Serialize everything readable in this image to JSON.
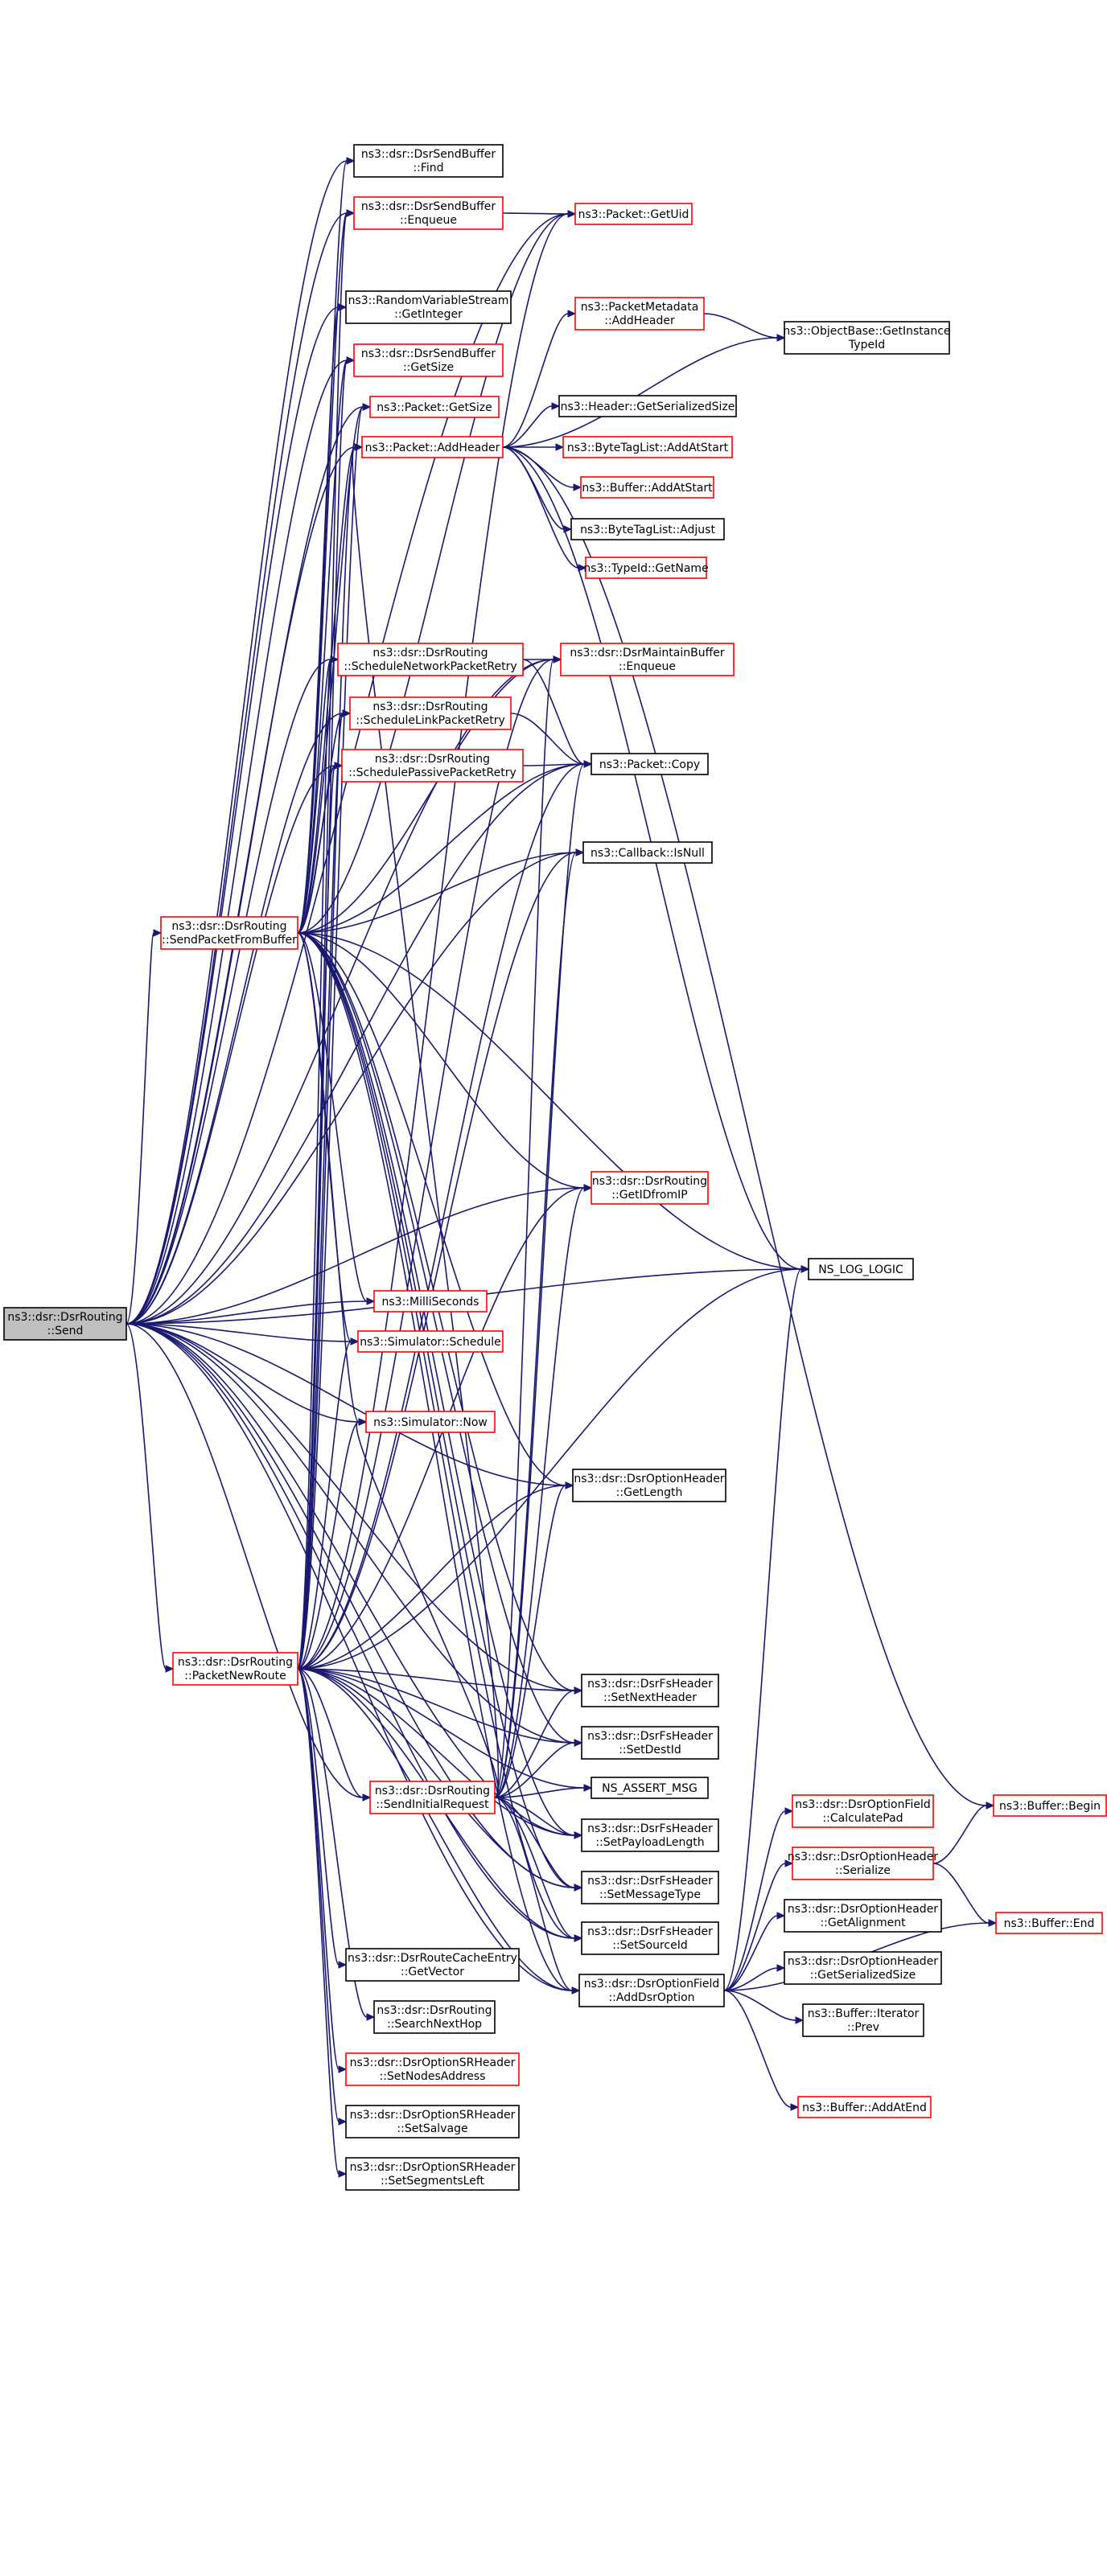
{
  "colors": {
    "edge": "#191970",
    "link_border": "#ff0000",
    "plain_border": "#000000",
    "root_fill": "#bfbfbf",
    "node_fill": "#ffffff"
  },
  "nodes": [
    {
      "id": "send",
      "lines": [
        "ns3::dsr::DsrRouting",
        "::Send"
      ],
      "kind": "root"
    },
    {
      "id": "spfb",
      "lines": [
        "ns3::dsr::DsrRouting",
        "::SendPacketFromBuffer"
      ],
      "kind": "link"
    },
    {
      "id": "pnr",
      "lines": [
        "ns3::dsr::DsrRouting",
        "::PacketNewRoute"
      ],
      "kind": "link"
    },
    {
      "id": "sir",
      "lines": [
        "ns3::dsr::DsrRouting",
        "::SendInitialRequest"
      ],
      "kind": "link"
    },
    {
      "id": "find",
      "lines": [
        "ns3::dsr::DsrSendBuffer",
        "::Find"
      ],
      "kind": "plain"
    },
    {
      "id": "enq",
      "lines": [
        "ns3::dsr::DsrSendBuffer",
        "::Enqueue"
      ],
      "kind": "link"
    },
    {
      "id": "rvs",
      "lines": [
        "ns3::RandomVariableStream",
        "::GetInteger"
      ],
      "kind": "plain"
    },
    {
      "id": "sbgs",
      "lines": [
        "ns3::dsr::DsrSendBuffer",
        "::GetSize"
      ],
      "kind": "link"
    },
    {
      "id": "pgs",
      "lines": [
        "ns3::Packet::GetSize"
      ],
      "kind": "link"
    },
    {
      "id": "pah",
      "lines": [
        "ns3::Packet::AddHeader"
      ],
      "kind": "link"
    },
    {
      "id": "snpr",
      "lines": [
        "ns3::dsr::DsrRouting",
        "::ScheduleNetworkPacketRetry"
      ],
      "kind": "link"
    },
    {
      "id": "slpr",
      "lines": [
        "ns3::dsr::DsrRouting",
        "::ScheduleLinkPacketRetry"
      ],
      "kind": "link"
    },
    {
      "id": "sppr",
      "lines": [
        "ns3::dsr::DsrRouting",
        "::SchedulePassivePacketRetry"
      ],
      "kind": "link"
    },
    {
      "id": "ms",
      "lines": [
        "ns3::MilliSeconds"
      ],
      "kind": "link"
    },
    {
      "id": "ssched",
      "lines": [
        "ns3::Simulator::Schedule"
      ],
      "kind": "link"
    },
    {
      "id": "snow",
      "lines": [
        "ns3::Simulator::Now"
      ],
      "kind": "link"
    },
    {
      "id": "rcegv",
      "lines": [
        "ns3::dsr::DsrRouteCacheEntry",
        "::GetVector"
      ],
      "kind": "plain"
    },
    {
      "id": "snh",
      "lines": [
        "ns3::dsr::DsrRouting",
        "::SearchNextHop"
      ],
      "kind": "plain"
    },
    {
      "id": "ssna",
      "lines": [
        "ns3::dsr::DsrOptionSRHeader",
        "::SetNodesAddress"
      ],
      "kind": "link"
    },
    {
      "id": "ssalv",
      "lines": [
        "ns3::dsr::DsrOptionSRHeader",
        "::SetSalvage"
      ],
      "kind": "plain"
    },
    {
      "id": "ssegl",
      "lines": [
        "ns3::dsr::DsrOptionSRHeader",
        "::SetSegmentsLeft"
      ],
      "kind": "plain"
    },
    {
      "id": "guid",
      "lines": [
        "ns3::Packet::GetUid"
      ],
      "kind": "link"
    },
    {
      "id": "pmah",
      "lines": [
        "ns3::PacketMetadata",
        "::AddHeader"
      ],
      "kind": "link"
    },
    {
      "id": "hgss",
      "lines": [
        "ns3::Header::GetSerializedSize"
      ],
      "kind": "plain"
    },
    {
      "id": "btlaas",
      "lines": [
        "ns3::ByteTagList::AddAtStart"
      ],
      "kind": "link"
    },
    {
      "id": "baas",
      "lines": [
        "ns3::Buffer::AddAtStart"
      ],
      "kind": "link"
    },
    {
      "id": "btladj",
      "lines": [
        "ns3::ByteTagList::Adjust"
      ],
      "kind": "plain"
    },
    {
      "id": "tgn",
      "lines": [
        "ns3::TypeId::GetName"
      ],
      "kind": "link"
    },
    {
      "id": "mbenq",
      "lines": [
        "ns3::dsr::DsrMaintainBuffer",
        "::Enqueue"
      ],
      "kind": "link"
    },
    {
      "id": "pcopy",
      "lines": [
        "ns3::Packet::Copy"
      ],
      "kind": "plain"
    },
    {
      "id": "cbnull",
      "lines": [
        "ns3::Callback::IsNull"
      ],
      "kind": "plain"
    },
    {
      "id": "gidip",
      "lines": [
        "ns3::dsr::DsrRouting",
        "::GetIDfromIP"
      ],
      "kind": "link"
    },
    {
      "id": "ohgl",
      "lines": [
        "ns3::dsr::DsrOptionHeader",
        "::GetLength"
      ],
      "kind": "plain"
    },
    {
      "id": "fsnh",
      "lines": [
        "ns3::dsr::DsrFsHeader",
        "::SetNextHeader"
      ],
      "kind": "plain"
    },
    {
      "id": "fsdi",
      "lines": [
        "ns3::dsr::DsrFsHeader",
        "::SetDestId"
      ],
      "kind": "plain"
    },
    {
      "id": "nam",
      "lines": [
        "NS_ASSERT_MSG"
      ],
      "kind": "plain"
    },
    {
      "id": "fspl",
      "lines": [
        "ns3::dsr::DsrFsHeader",
        "::SetPayloadLength"
      ],
      "kind": "plain"
    },
    {
      "id": "fsmt",
      "lines": [
        "ns3::dsr::DsrFsHeader",
        "::SetMessageType"
      ],
      "kind": "plain"
    },
    {
      "id": "fssi",
      "lines": [
        "ns3::dsr::DsrFsHeader",
        "::SetSourceId"
      ],
      "kind": "plain"
    },
    {
      "id": "ofado",
      "lines": [
        "ns3::dsr::DsrOptionField",
        "::AddDsrOption"
      ],
      "kind": "plain"
    },
    {
      "id": "obgit",
      "lines": [
        "ns3::ObjectBase::GetInstance",
        "TypeId"
      ],
      "kind": "plain"
    },
    {
      "id": "nll",
      "lines": [
        "NS_LOG_LOGIC"
      ],
      "kind": "plain"
    },
    {
      "id": "ofcp",
      "lines": [
        "ns3::dsr::DsrOptionField",
        "::CalculatePad"
      ],
      "kind": "link"
    },
    {
      "id": "ohser",
      "lines": [
        "ns3::dsr::DsrOptionHeader",
        "::Serialize"
      ],
      "kind": "link"
    },
    {
      "id": "ohga",
      "lines": [
        "ns3::dsr::DsrOptionHeader",
        "::GetAlignment"
      ],
      "kind": "plain"
    },
    {
      "id": "ohgss",
      "lines": [
        "ns3::dsr::DsrOptionHeader",
        "::GetSerializedSize"
      ],
      "kind": "plain"
    },
    {
      "id": "bip",
      "lines": [
        "ns3::Buffer::Iterator",
        "::Prev"
      ],
      "kind": "plain"
    },
    {
      "id": "baae",
      "lines": [
        "ns3::Buffer::AddAtEnd"
      ],
      "kind": "link"
    },
    {
      "id": "bbegin",
      "lines": [
        "ns3::Buffer::Begin"
      ],
      "kind": "link"
    },
    {
      "id": "bend",
      "lines": [
        "ns3::Buffer::End"
      ],
      "kind": "link"
    }
  ],
  "edges": [
    [
      "send",
      "find"
    ],
    [
      "send",
      "enq"
    ],
    [
      "send",
      "guid"
    ],
    [
      "send",
      "nll"
    ],
    [
      "send",
      "sbgs"
    ],
    [
      "send",
      "pgs"
    ],
    [
      "send",
      "pah"
    ],
    [
      "send",
      "spfb"
    ],
    [
      "send",
      "pnr"
    ],
    [
      "send",
      "ms"
    ],
    [
      "send",
      "ssched"
    ],
    [
      "send",
      "snow"
    ],
    [
      "send",
      "ohgl"
    ],
    [
      "send",
      "sir"
    ],
    [
      "send",
      "ofado"
    ],
    [
      "send",
      "fsnh"
    ],
    [
      "send",
      "fsdi"
    ],
    [
      "send",
      "fspl"
    ],
    [
      "send",
      "fsmt"
    ],
    [
      "send",
      "fssi"
    ],
    [
      "send",
      "snpr"
    ],
    [
      "send",
      "slpr"
    ],
    [
      "send",
      "sppr"
    ],
    [
      "send",
      "pcopy"
    ],
    [
      "send",
      "gidip"
    ],
    [
      "send",
      "mbenq"
    ],
    [
      "send",
      "rvs"
    ],
    [
      "send",
      "cbnull"
    ],
    [
      "spfb",
      "find"
    ],
    [
      "spfb",
      "enq"
    ],
    [
      "spfb",
      "rvs"
    ],
    [
      "spfb",
      "sbgs"
    ],
    [
      "spfb",
      "pgs"
    ],
    [
      "spfb",
      "pah"
    ],
    [
      "spfb",
      "snpr"
    ],
    [
      "spfb",
      "slpr"
    ],
    [
      "spfb",
      "sppr"
    ],
    [
      "spfb",
      "mbenq"
    ],
    [
      "spfb",
      "pcopy"
    ],
    [
      "spfb",
      "cbnull"
    ],
    [
      "spfb",
      "gidip"
    ],
    [
      "spfb",
      "nll"
    ],
    [
      "spfb",
      "ms"
    ],
    [
      "spfb",
      "ssched"
    ],
    [
      "spfb",
      "snow"
    ],
    [
      "spfb",
      "ohgl"
    ],
    [
      "spfb",
      "fsnh"
    ],
    [
      "spfb",
      "fsdi"
    ],
    [
      "spfb",
      "fspl"
    ],
    [
      "spfb",
      "fsmt"
    ],
    [
      "spfb",
      "fssi"
    ],
    [
      "spfb",
      "ofado"
    ],
    [
      "spfb",
      "guid"
    ],
    [
      "pnr",
      "pah"
    ],
    [
      "pnr",
      "sir"
    ],
    [
      "pnr",
      "pcopy"
    ],
    [
      "pnr",
      "cbnull"
    ],
    [
      "pnr",
      "gidip"
    ],
    [
      "pnr",
      "ohgl"
    ],
    [
      "pnr",
      "nll"
    ],
    [
      "pnr",
      "snow"
    ],
    [
      "pnr",
      "fsnh"
    ],
    [
      "pnr",
      "fsdi"
    ],
    [
      "pnr",
      "nam"
    ],
    [
      "pnr",
      "fspl"
    ],
    [
      "pnr",
      "fsmt"
    ],
    [
      "pnr",
      "fssi"
    ],
    [
      "pnr",
      "ofado"
    ],
    [
      "pnr",
      "rcegv"
    ],
    [
      "pnr",
      "snh"
    ],
    [
      "pnr",
      "ssna"
    ],
    [
      "pnr",
      "ssalv"
    ],
    [
      "pnr",
      "ssegl"
    ],
    [
      "pnr",
      "snpr"
    ],
    [
      "pnr",
      "slpr"
    ],
    [
      "pnr",
      "sppr"
    ],
    [
      "pnr",
      "mbenq"
    ],
    [
      "pnr",
      "guid"
    ],
    [
      "pnr",
      "enq"
    ],
    [
      "pnr",
      "sbgs"
    ],
    [
      "pnr",
      "pgs"
    ],
    [
      "pnr",
      "ssched"
    ],
    [
      "sir",
      "pah"
    ],
    [
      "sir",
      "pcopy"
    ],
    [
      "sir",
      "cbnull"
    ],
    [
      "sir",
      "gidip"
    ],
    [
      "sir",
      "ohgl"
    ],
    [
      "sir",
      "fsnh"
    ],
    [
      "sir",
      "fsdi"
    ],
    [
      "sir",
      "nam"
    ],
    [
      "sir",
      "fspl"
    ],
    [
      "sir",
      "fsmt"
    ],
    [
      "sir",
      "fssi"
    ],
    [
      "sir",
      "ofado"
    ],
    [
      "sir",
      "snow"
    ],
    [
      "sir",
      "mbenq"
    ],
    [
      "enq",
      "guid"
    ],
    [
      "pah",
      "pmah"
    ],
    [
      "pah",
      "hgss"
    ],
    [
      "pah",
      "btlaas"
    ],
    [
      "pah",
      "baas"
    ],
    [
      "pah",
      "btladj"
    ],
    [
      "pah",
      "tgn"
    ],
    [
      "pah",
      "obgit"
    ],
    [
      "pah",
      "bbegin"
    ],
    [
      "pah",
      "nll"
    ],
    [
      "pmah",
      "obgit"
    ],
    [
      "snpr",
      "mbenq"
    ],
    [
      "snpr",
      "pcopy"
    ],
    [
      "slpr",
      "pcopy"
    ],
    [
      "sppr",
      "pcopy"
    ],
    [
      "ofado",
      "ofcp"
    ],
    [
      "ofado",
      "ohser"
    ],
    [
      "ofado",
      "ohga"
    ],
    [
      "ofado",
      "ohgss"
    ],
    [
      "ofado",
      "bip"
    ],
    [
      "ofado",
      "baae"
    ],
    [
      "ofado",
      "bend"
    ],
    [
      "ofado",
      "nll"
    ],
    [
      "ohser",
      "bbegin"
    ],
    [
      "ohser",
      "bend"
    ]
  ]
}
